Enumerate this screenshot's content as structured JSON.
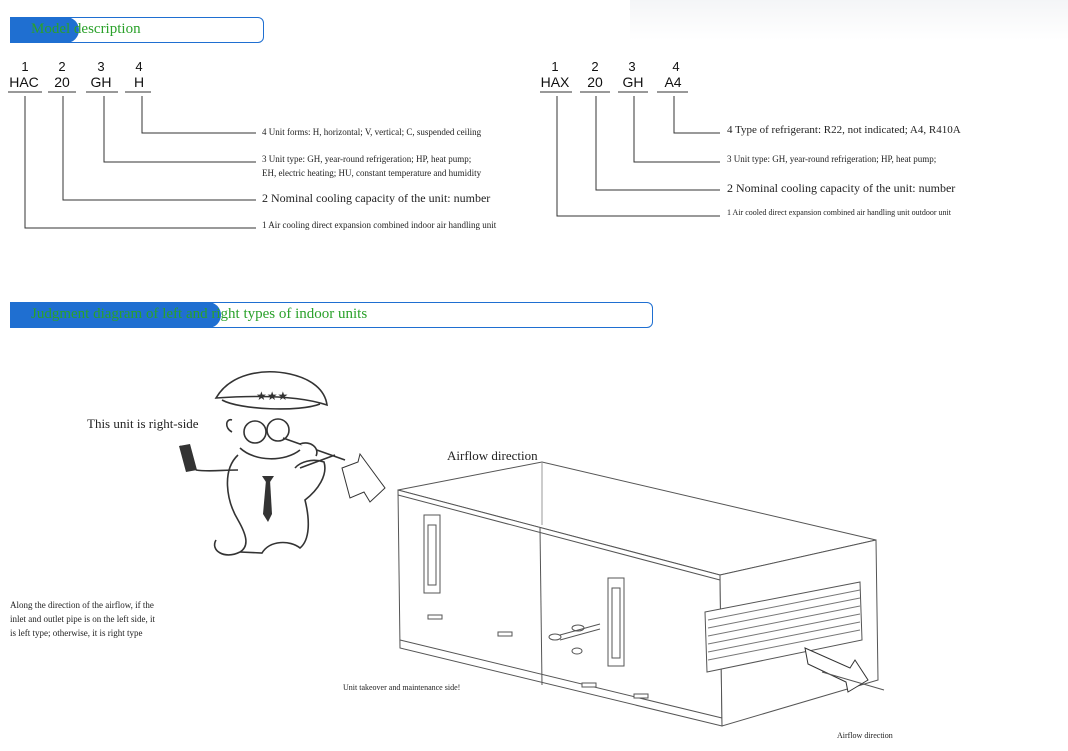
{
  "sections": {
    "model_title": "Model description",
    "judgment_title": "Judgment diagram of left and right types of indoor units"
  },
  "model_left": {
    "digits": [
      "1",
      "2",
      "3",
      "4"
    ],
    "codes": [
      "HAC",
      "20",
      "GH",
      "H"
    ],
    "notes": [
      "4 Unit forms: H, horizontal; V, vertical; C, suspended ceiling",
      "3 Unit type: GH, year-round refrigeration; HP, heat pump;",
      "EH, electric heating; HU, constant temperature and humidity",
      "2 Nominal cooling capacity of the unit: number",
      "1 Air cooling direct expansion combined indoor air handling unit"
    ]
  },
  "model_right": {
    "digits": [
      "1",
      "2",
      "3",
      "4"
    ],
    "codes": [
      "HAX",
      "20",
      "GH",
      "A4"
    ],
    "notes": [
      "4 Type of refrigerant: R22, not indicated; A4, R410A",
      "3 Unit type: GH, year-round refrigeration; HP, heat pump;",
      "2 Nominal cooling capacity of the unit: number",
      "1 Air cooled direct expansion combined air handling unit outdoor unit"
    ]
  },
  "diagram": {
    "speech": "This unit is right-side",
    "airflow_top": "Airflow direction",
    "rule_line1": "Along the direction of the airflow, if the",
    "rule_line2": "inlet and outlet pipe is on the left side, it",
    "rule_line3": "is left type; otherwise, it is right type",
    "maintenance": "Unit takeover and maintenance side!",
    "airflow_bottom": "Airflow direction"
  }
}
